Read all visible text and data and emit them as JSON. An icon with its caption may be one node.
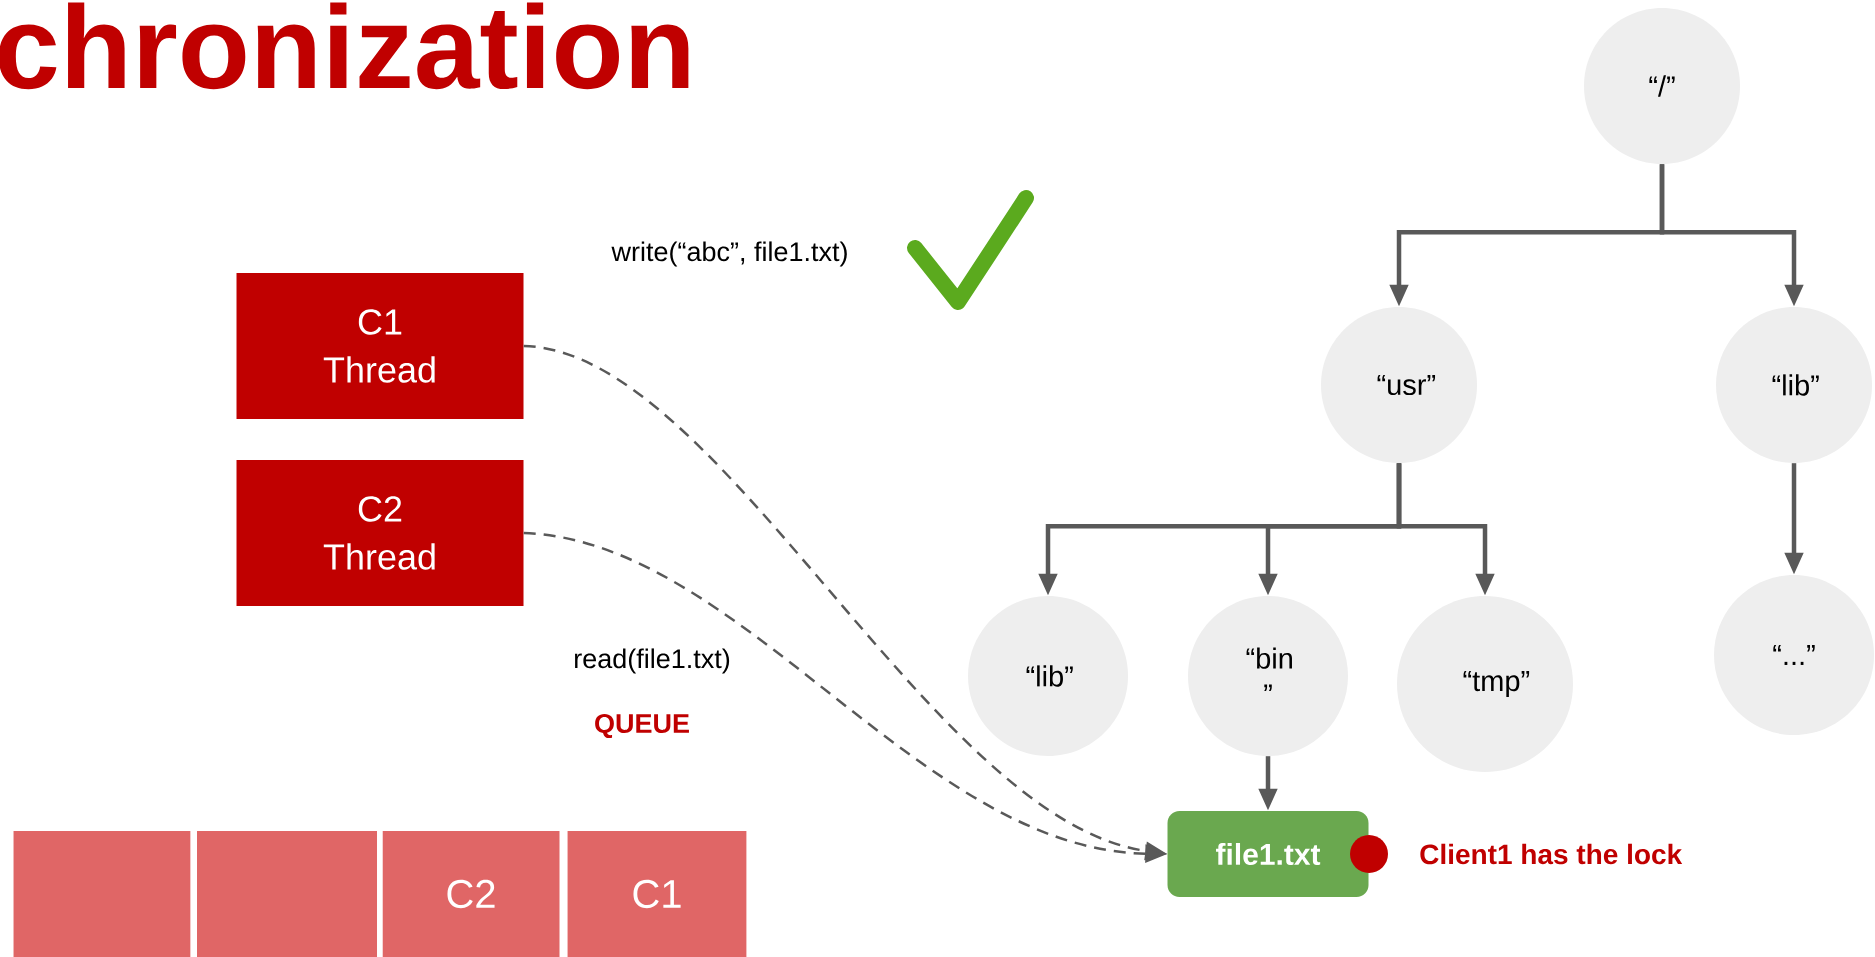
{
  "diagram": {
    "title": "chronization",
    "nodes": [
      {
        "text": [
          "C1 Thread"
        ]
      },
      {
        "text": [
          "C2 Thread"
        ]
      },
      {
        "text": [
          "“/”"
        ]
      },
      {
        "text": [
          "“usr”"
        ]
      },
      {
        "text": [
          "“lib”"
        ]
      },
      {
        "text": [
          "“lib”"
        ]
      },
      {
        "text": [
          "“bin ”"
        ]
      },
      {
        "text": [
          "“tmp”"
        ]
      },
      {
        "text": [
          "“...”"
        ]
      },
      {
        "text": [
          "file1.txt"
        ]
      },
      {
        "text": [],
        "shape": "box"
      },
      {
        "text": [],
        "shape": "box"
      },
      {
        "text": [
          "C2"
        ]
      },
      {
        "text": [
          "C1"
        ]
      }
    ],
    "edges": [
      {
        "from": 0,
        "to": 9,
        "arrow": "to",
        "style": "dashed"
      },
      {
        "from": 1,
        "to": 9,
        "arrow": "to",
        "style": "dashed"
      },
      {
        "from": 2,
        "to": 3,
        "arrow": "to"
      },
      {
        "from": 2,
        "to": 4,
        "arrow": "to"
      },
      {
        "from": 3,
        "to": 5,
        "arrow": "to"
      },
      {
        "from": 3,
        "to": 6,
        "arrow": "to"
      },
      {
        "from": 3,
        "to": 7,
        "arrow": "to"
      },
      {
        "from": 4,
        "to": 8,
        "arrow": "to"
      },
      {
        "from": 6,
        "to": 9,
        "arrow": "to"
      }
    ],
    "labels": [
      "write(“abc”, file1.txt)",
      "read(file1.txt)",
      "QUEUE",
      "Client1 has the lock"
    ]
  }
}
